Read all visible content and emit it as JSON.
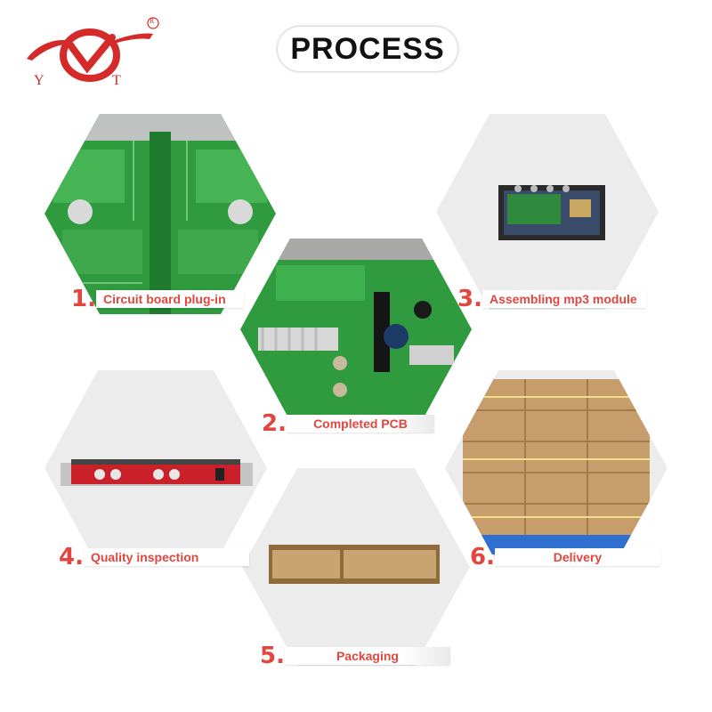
{
  "brand": {
    "letters": [
      "Y",
      "T"
    ],
    "registered": "R",
    "color": "#d42a2a"
  },
  "title": "PROCESS",
  "accent_color": "#e2463f",
  "steps": [
    {
      "number": "1.",
      "label": "Circuit board plug-in",
      "image": "pcb-photo-icon"
    },
    {
      "number": "2.",
      "label": "Completed PCB",
      "image": "pcb-components-icon"
    },
    {
      "number": "3.",
      "label": "Assembling mp3 module",
      "image": "open-chassis-icon"
    },
    {
      "number": "4.",
      "label": "Quality inspection",
      "image": "rack-unit-icon"
    },
    {
      "number": "5.",
      "label": "Packaging",
      "image": "carton-box-icon"
    },
    {
      "number": "6.",
      "label": "Delivery",
      "image": "pallet-boxes-icon"
    }
  ]
}
